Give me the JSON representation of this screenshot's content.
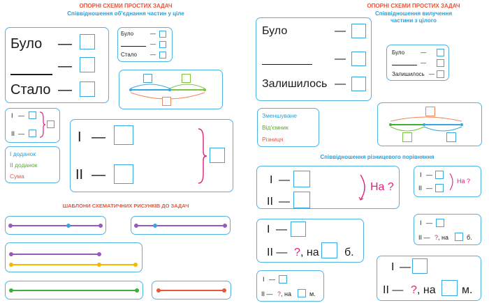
{
  "left": {
    "title": "ОПОРНІ СХЕМИ ПРОСТИХ ЗАДАЧ",
    "subtitle": "Співвідношення об’єднання частин у ціле",
    "big_card": {
      "line1": "Було",
      "line3": "Стало",
      "dash": "—"
    },
    "small_card": {
      "line1": "Було",
      "line3": "Стало",
      "dash": "—"
    },
    "mini_card": {
      "line1": "I",
      "line2": "II",
      "dash": "—"
    },
    "legend": {
      "item1": "I доданок",
      "item2": "II доданок",
      "item3": "Сума"
    },
    "roman_card": {
      "line1": "I",
      "line2": "II",
      "dash": "—"
    },
    "templates_title": "ШАБЛОНИ СХЕМАТИЧНИХ РИСУНКІВ ДО ЗАДАЧ"
  },
  "right": {
    "title": "ОПОРНІ СХЕМИ ПРОСТИХ ЗАДАЧ",
    "subtitle_line1": "Співвідношення вилучення",
    "subtitle_line2": "частини з цілого",
    "big_card": {
      "line1": "Було",
      "line3": "Залишилось",
      "dash": "—"
    },
    "small_card": {
      "line1": "Було",
      "line3": "Залишилось",
      "dash": "—"
    },
    "legend": {
      "item1": "Зменшуване",
      "item2": "Від’ємник",
      "item3": "Різниця"
    },
    "comparison_title": "Співвідношення різницевого порівняння",
    "cmp1": {
      "line1": "I",
      "line2": "II",
      "dash": "—",
      "question": "На ?"
    },
    "cmp2": {
      "line1": "I",
      "line2": "II",
      "dash": "—",
      "question": "На ?"
    },
    "cmp3": {
      "line1": "I",
      "line2a": "II — ",
      "q": "?",
      "mid": ", на",
      "unit": "б."
    },
    "cmp4": {
      "line1": "I",
      "line2a": "II — ",
      "q": "?",
      "mid": ", на",
      "unit": "б."
    },
    "cmp5": {
      "line1": "I",
      "line2a": "II — ",
      "q": "?",
      "mid": ", на",
      "unit": "м."
    },
    "cmp6": {
      "line1": "I",
      "line2a": "II — ",
      "q": "?",
      "mid": ", на",
      "unit": "м."
    }
  },
  "colors": {
    "blue": "#36a8df",
    "green": "#7cc243",
    "orange": "#f0855a",
    "magenta": "#e0207a",
    "purple": "#9b59b6",
    "yellow": "#f5b800",
    "red": "#e8563a"
  }
}
